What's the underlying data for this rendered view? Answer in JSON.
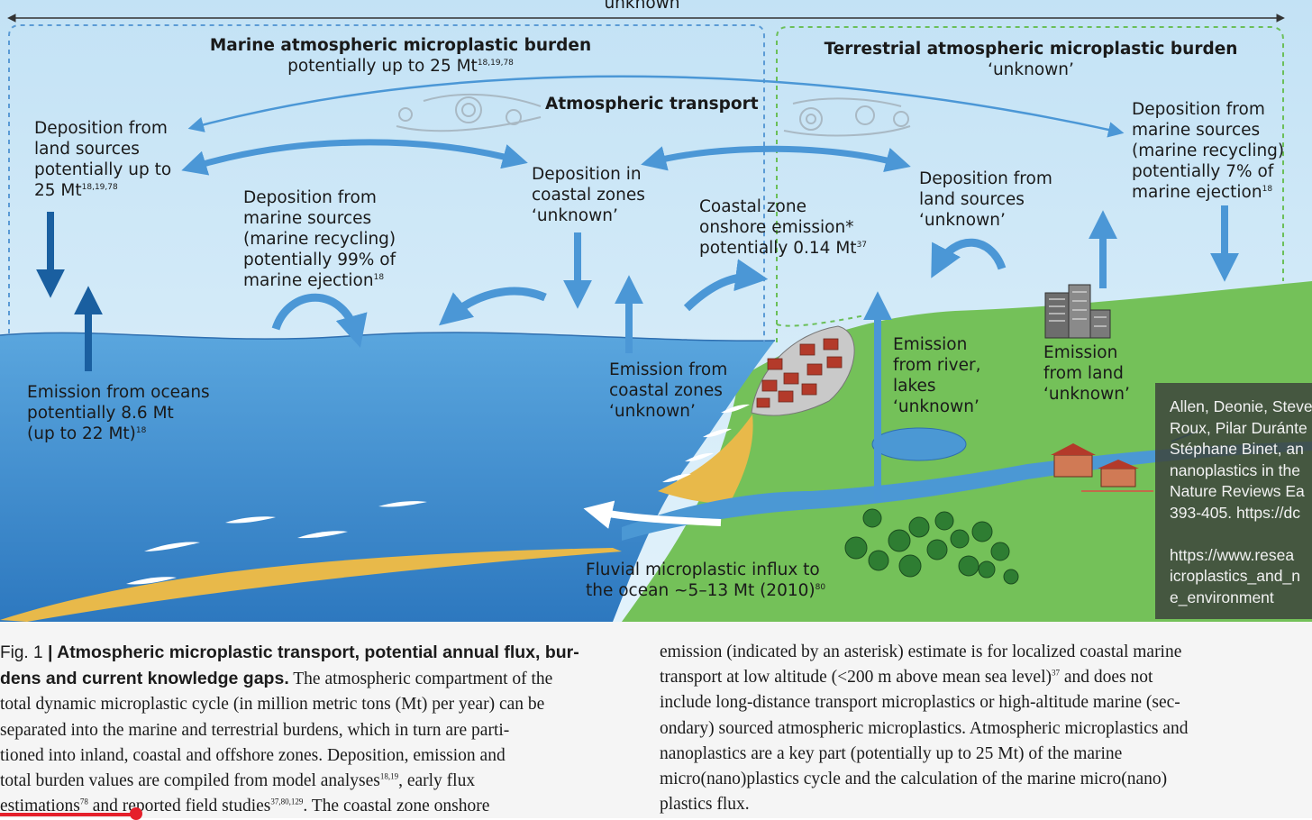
{
  "diagram": {
    "top_header": "unknown",
    "marine_burden_title": "Marine atmospheric microplastic burden",
    "marine_burden_sub": "potentially up to 25 Mt",
    "marine_burden_ref": "18,19,78",
    "terrestrial_burden_title": "Terrestrial atmospheric microplastic burden",
    "terrestrial_burden_sub": "‘unknown’",
    "atmospheric_transport": "Atmospheric transport",
    "dep_land_left": {
      "l1": "Deposition from",
      "l2": "land sources",
      "l3": "potentially up to",
      "l4": "25 Mt",
      "ref": "18,19,78"
    },
    "dep_marine_left": {
      "l1": "Deposition from",
      "l2": "marine sources",
      "l3": "(marine recycling)",
      "l4": "potentially 99% of",
      "l5": "marine ejection",
      "ref": "18"
    },
    "dep_coastal": {
      "l1": "Deposition in",
      "l2": "coastal zones",
      "l3": "‘unknown’"
    },
    "coastal_onshore": {
      "l1": "Coastal zone",
      "l2": "onshore emission*",
      "l3": "potentially 0.14 Mt",
      "ref": "37"
    },
    "dep_land_right": {
      "l1": "Deposition from",
      "l2": "land sources",
      "l3": "‘unknown’"
    },
    "dep_marine_right": {
      "l1": "Deposition from",
      "l2": "marine sources",
      "l3": "(marine recycling)",
      "l4": "potentially 7% of",
      "l5": "marine ejection",
      "ref": "18"
    },
    "emission_oceans": {
      "l1": "Emission from oceans",
      "l2": "potentially 8.6 Mt",
      "l3": "(up to 22 Mt)",
      "ref": "18"
    },
    "emission_coastal": {
      "l1": "Emission from",
      "l2": "coastal zones",
      "l3": "‘unknown’"
    },
    "emission_river": {
      "l1": "Emission",
      "l2": "from river,",
      "l3": "lakes",
      "l4": "‘unknown’"
    },
    "emission_land": {
      "l1": "Emission",
      "l2": "from land",
      "l3": "‘unknown’"
    },
    "fluvial": {
      "l1": "Fluvial microplastic influx to",
      "l2": "the ocean ~5–13 Mt (2010)",
      "ref": "80"
    },
    "colors": {
      "sky": "#cfe8f7",
      "ocean": "#4b98d4",
      "land": "#74c159",
      "arrow": "#4b97d6",
      "dark_arrow": "#1a5fa0",
      "sand": "#e8b94a",
      "marine_box": "#5b9bd5",
      "terrestrial_box": "#6bbf59"
    }
  },
  "citation": {
    "lines": [
      "Allen, Deonie, Steve",
      "Roux, Pilar Duránte",
      "Stéphane Binet, an",
      "nanoplastics in the",
      "Nature Reviews Ea",
      "393-405. https://dc",
      "",
      "https://www.resea",
      "icroplastics_and_n",
      "e_environment"
    ]
  },
  "caption": {
    "fig_label": "Fig. 1",
    "separator": " | ",
    "bold_l1": "Atmospheric microplastic transport, potential annual flux, bur-",
    "bold_l2": "dens and current knowledge gaps.",
    "l2_rest": " The atmospheric compartment of the",
    "l3": "total dynamic microplastic cycle (in million metric tons (Mt) per year) can be",
    "l4": "separated into the marine and terrestrial burdens, which in turn are parti-",
    "l5": "tioned into inland, coastal and offshore zones. Deposition, emission and",
    "l6": "total burden values are compiled from model analyses",
    "l6_ref": "18,19",
    "l6_rest": ", early flux",
    "l7a": "estimations",
    "l7_ref1": "78",
    "l7b": " and reported field studies",
    "l7_ref2": "37,80,129",
    "l7c": ". The coastal zone onshore",
    "r1": "emission (indicated by an asterisk) estimate is for localized coastal marine",
    "r2a": "transport at low altitude (<200 m above mean sea level)",
    "r2_ref": "37",
    "r2b": " and does not",
    "r3": "include long-distance transport microplastics or high-altitude marine (sec-",
    "r4": "ondary) sourced atmospheric microplastics. Atmospheric microplastics and",
    "r5": "nanoplastics are a key part (potentially up to 25 Mt) of the marine",
    "r6": "micro(nano)plastics cycle and the calculation of the marine micro(nano)",
    "r7": "plastics flux."
  }
}
